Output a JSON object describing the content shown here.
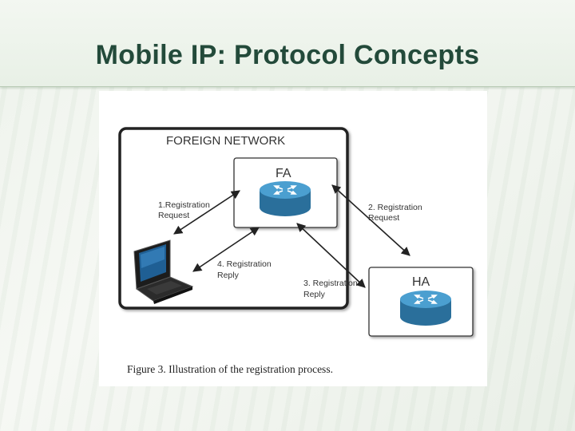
{
  "slide": {
    "title": "Mobile IP: Protocol Concepts"
  },
  "diagram": {
    "foreign_network_label": "FOREIGN NETWORK",
    "fa_label": "FA",
    "ha_label": "HA",
    "arrows": {
      "reg_request_1": [
        "1.Registration",
        "Request"
      ],
      "reg_request_2": [
        "2. Registration",
        "Request"
      ],
      "reg_reply_3": [
        "3. Registration",
        "Reply"
      ],
      "reg_reply_4": [
        "4. Registration",
        "Reply"
      ]
    },
    "colors": {
      "router": "#2f7fb0",
      "router_top": "#3f93c6",
      "frame": "#222222"
    }
  },
  "caption": "Figure 3. Illustration of the registration process."
}
